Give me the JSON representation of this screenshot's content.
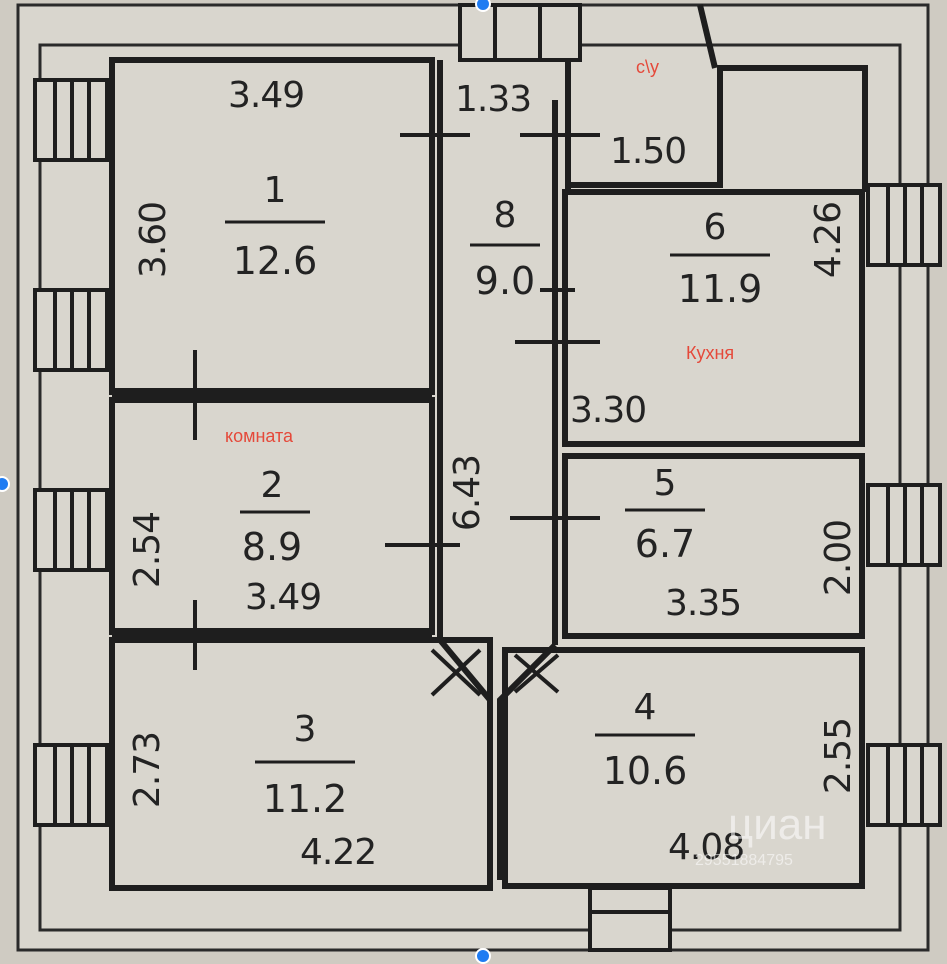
{
  "plan": {
    "rooms": [
      {
        "number": "1",
        "area": "12.6"
      },
      {
        "number": "2",
        "area": "8.9"
      },
      {
        "number": "3",
        "area": "11.2"
      },
      {
        "number": "4",
        "area": "10.6"
      },
      {
        "number": "5",
        "area": "6.7"
      },
      {
        "number": "6",
        "area": "11.9"
      },
      {
        "number": "8",
        "area": "9.0"
      }
    ],
    "dimensions": {
      "r1_width": "3.49",
      "r1_height": "3.60",
      "corridor_top": "1.33",
      "bath_width": "1.50",
      "r6_height": "4.26",
      "r6_width": "3.30",
      "corridor_length": "6.43",
      "r2_height": "2.54",
      "r2_width": "3.49",
      "r5_height": "2.00",
      "r5_width": "3.35",
      "r3_height": "2.73",
      "r3_width": "4.22",
      "r4_height": "2.55",
      "r4_width": "4.08"
    },
    "labels": {
      "bathroom": "с\\у",
      "kitchen": "Кухня",
      "room": "комната"
    },
    "watermark": {
      "logo": "циан",
      "id": "29551884795"
    }
  },
  "colors": {
    "paper": "#cfcbc2",
    "wall": "#1e1e1e",
    "label": "#e5493a",
    "handle": "#1f7cf2"
  }
}
